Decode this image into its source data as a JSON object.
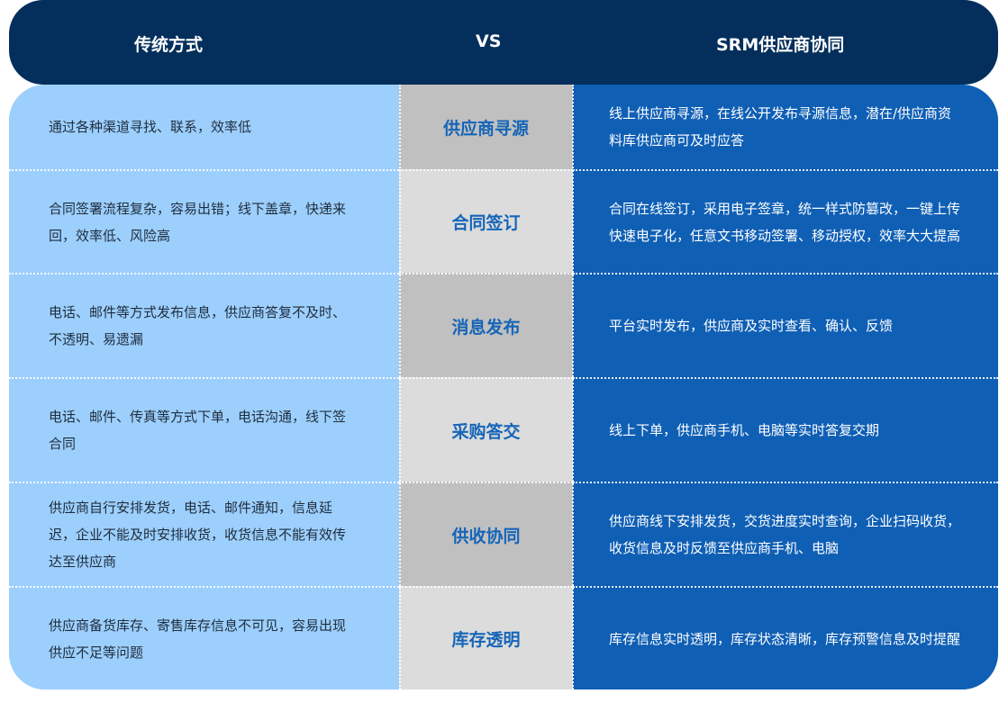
{
  "header": {
    "left": "传统方式",
    "middle": "VS",
    "right": "SRM供应商协同"
  },
  "rows": [
    {
      "traditional": "通过各种渠道寻找、联系，效率低",
      "topic": "供应商寻源",
      "srm": "线上供应商寻源，在线公开发布寻源信息，潜在/供应商资料库供应商可及时应答"
    },
    {
      "traditional": "合同签署流程复杂，容易出错；线下盖章，快递来回，效率低、风险高",
      "topic": "合同签订",
      "srm": "合同在线签订，采用电子签章，统一样式防篡改，一键上传快速电子化，任意文书移动签署、移动授权，效率大大提高"
    },
    {
      "traditional": "电话、邮件等方式发布信息，供应商答复不及时、不透明、易遗漏",
      "topic": "消息发布",
      "srm": "平台实时发布，供应商及实时查看、确认、反馈"
    },
    {
      "traditional": "电话、邮件、传真等方式下单，电话沟通，线下签合同",
      "topic": "采购答交",
      "srm": "线上下单，供应商手机、电脑等实时答复交期"
    },
    {
      "traditional": "供应商自行安排发货，电话、邮件通知，信息延迟，企业不能及时安排收货，收货信息不能有效传达至供应商",
      "topic": "供收协同",
      "srm": "供应商线下安排发货，交货进度实时查询，企业扫码收货，收货信息及时反馈至供应商手机、电脑"
    },
    {
      "traditional": "供应商备货库存、寄售库存信息不可见，容易出现供应不足等问题",
      "topic": "库存透明",
      "srm": "库存信息实时透明，库存状态清晰，库存预警信息及时提醒"
    }
  ],
  "colors": {
    "header": "#042f5c",
    "left": "#9dcffd",
    "mid_dark": "#c0c0c0",
    "mid_light": "#dcdcdc",
    "right": "#0f5fb5",
    "topic_text": "#1565b8"
  }
}
